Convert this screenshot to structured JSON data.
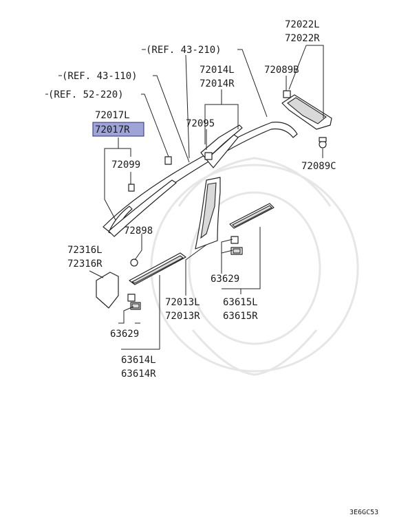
{
  "labels": {
    "ref_43_210": "(REF. 43-210)",
    "ref_43_110": "(REF. 43-110)",
    "ref_52_220": "(REF. 52-220)",
    "p72022L": "72022L",
    "p72022R": "72022R",
    "p72089B": "72089B",
    "p72089C": "72089C",
    "p72014L": "72014L",
    "p72014R": "72014R",
    "p72095": "72095",
    "p72017L": "72017L",
    "p72017R": "72017R",
    "p72099": "72099",
    "p72898": "72898",
    "p72316L": "72316L",
    "p72316R": "72316R",
    "p63629_right": "63629",
    "p63615L": "63615L",
    "p63615R": "63615R",
    "p72013L": "72013L",
    "p72013R": "72013R",
    "p63629_left": "63629",
    "p63614L": "63614L",
    "p63614R": "63614R",
    "diagram_code": "3E6GC53"
  },
  "highlight_color": "#9ea4d6",
  "highlight_border": "#2b2b8a"
}
